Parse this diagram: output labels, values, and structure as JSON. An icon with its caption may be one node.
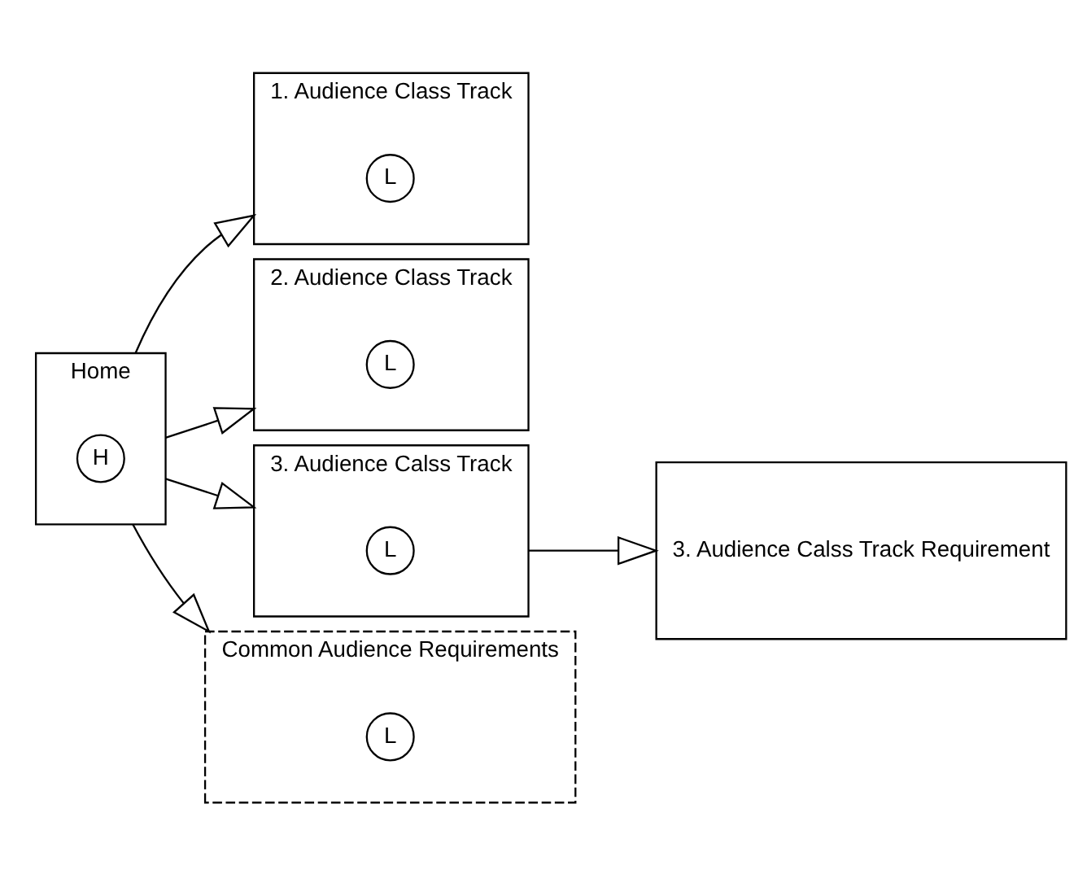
{
  "diagram": {
    "nodes": [
      {
        "text": [
          "Home"
        ]
      },
      {
        "text": [
          "H"
        ],
        "in": 0
      },
      {
        "text": [
          "1. Audience Class Track"
        ]
      },
      {
        "text": [
          "L"
        ],
        "in": 2
      },
      {
        "text": [
          "2. Audience Class Track"
        ]
      },
      {
        "text": [
          "L"
        ],
        "in": 4
      },
      {
        "text": [
          "3. Audience Calss Track"
        ]
      },
      {
        "text": [
          "L"
        ],
        "in": 6
      },
      {
        "text": [
          "3. Audience Calss Track Requirement"
        ]
      },
      {
        "text": [
          "Common Audience Requirements"
        ]
      },
      {
        "text": [
          "L"
        ],
        "in": 9
      }
    ],
    "edges": [
      {
        "from": 0,
        "to": 2,
        "arrow": "to"
      },
      {
        "from": 0,
        "to": 4,
        "arrow": "to"
      },
      {
        "from": 0,
        "to": 6,
        "arrow": "to"
      },
      {
        "from": 0,
        "to": 9,
        "arrow": "to"
      },
      {
        "from": 6,
        "to": 8,
        "arrow": "to"
      }
    ]
  }
}
